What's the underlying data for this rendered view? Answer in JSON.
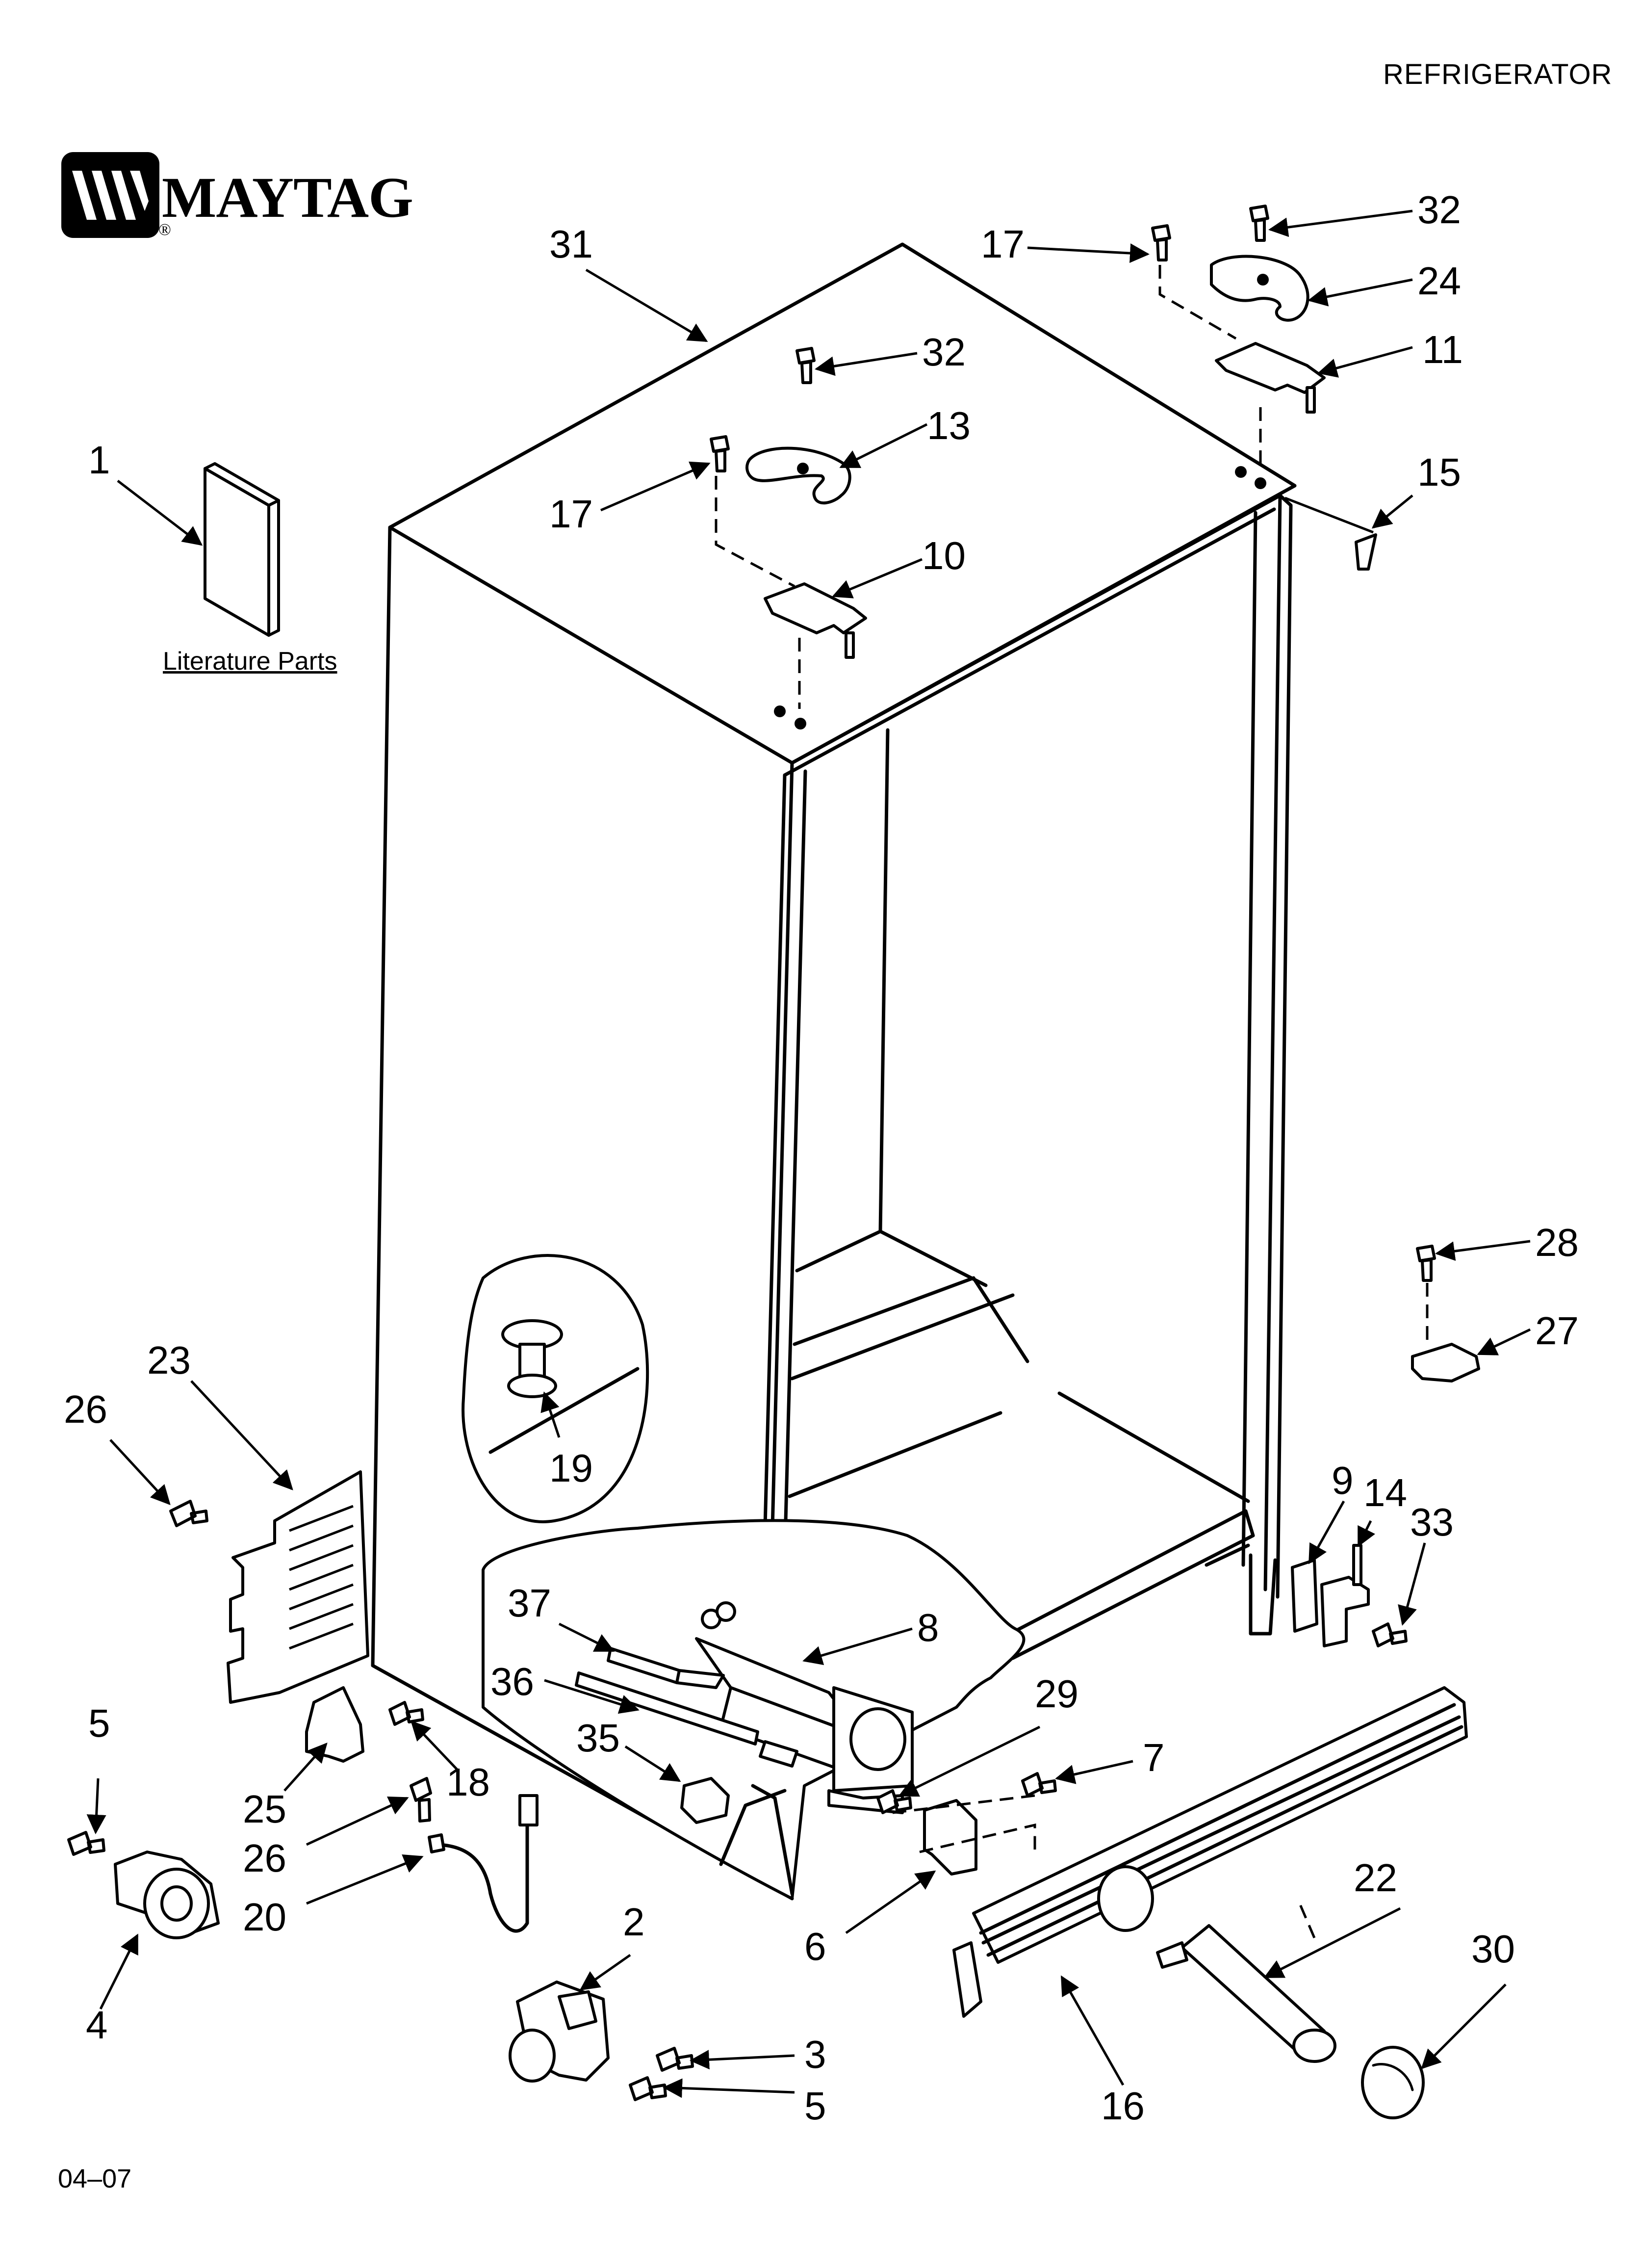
{
  "header": {
    "section": "REFRIGERATOR"
  },
  "brand": {
    "name": "MAYTAG",
    "mark": "®"
  },
  "literature": {
    "label": "Literature Parts"
  },
  "footer": {
    "date_code": "04–07"
  },
  "callouts": [
    {
      "id": "c31",
      "label": "31"
    },
    {
      "id": "c17a",
      "label": "17"
    },
    {
      "id": "c32a",
      "label": "32"
    },
    {
      "id": "c24",
      "label": "24"
    },
    {
      "id": "c11",
      "label": "11"
    },
    {
      "id": "c32b",
      "label": "32"
    },
    {
      "id": "c13",
      "label": "13"
    },
    {
      "id": "c1",
      "label": "1"
    },
    {
      "id": "c17b",
      "label": "17"
    },
    {
      "id": "c15",
      "label": "15"
    },
    {
      "id": "c10",
      "label": "10"
    },
    {
      "id": "c28",
      "label": "28"
    },
    {
      "id": "c27",
      "label": "27"
    },
    {
      "id": "c23",
      "label": "23"
    },
    {
      "id": "c26a",
      "label": "26"
    },
    {
      "id": "c19",
      "label": "19"
    },
    {
      "id": "c9",
      "label": "9"
    },
    {
      "id": "c14",
      "label": "14"
    },
    {
      "id": "c33",
      "label": "33"
    },
    {
      "id": "c37",
      "label": "37"
    },
    {
      "id": "c8",
      "label": "8"
    },
    {
      "id": "c36",
      "label": "36"
    },
    {
      "id": "c29",
      "label": "29"
    },
    {
      "id": "c35",
      "label": "35"
    },
    {
      "id": "c7",
      "label": "7"
    },
    {
      "id": "c5a",
      "label": "5"
    },
    {
      "id": "c25",
      "label": "25"
    },
    {
      "id": "c18",
      "label": "18"
    },
    {
      "id": "c26b",
      "label": "26"
    },
    {
      "id": "c20",
      "label": "20"
    },
    {
      "id": "c2",
      "label": "2"
    },
    {
      "id": "c22",
      "label": "22"
    },
    {
      "id": "c30",
      "label": "30"
    },
    {
      "id": "c6",
      "label": "6"
    },
    {
      "id": "c4",
      "label": "4"
    },
    {
      "id": "c3",
      "label": "3"
    },
    {
      "id": "c5b",
      "label": "5"
    },
    {
      "id": "c16",
      "label": "16"
    }
  ]
}
